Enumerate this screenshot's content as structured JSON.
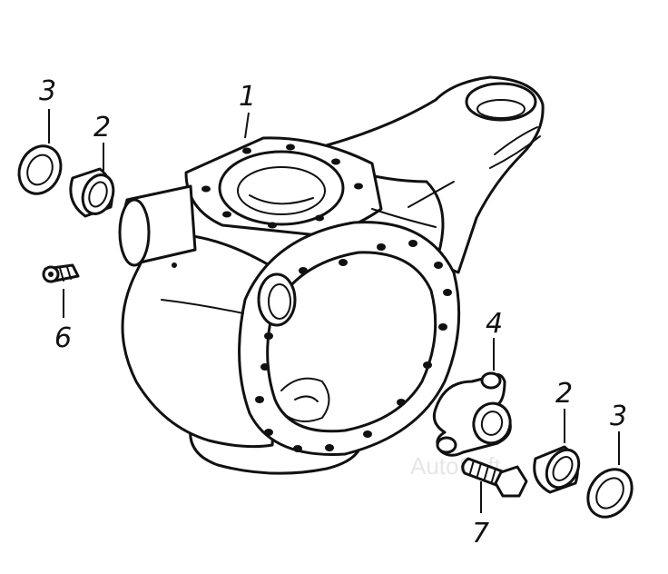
{
  "callouts": {
    "knuckle": "1",
    "bushing_left": "2",
    "washer_left": "3",
    "cover": "4",
    "bushing_right": "2",
    "washer_right": "3",
    "grease_fitting": "6",
    "bolt": "7"
  },
  "watermark": "AutoSoft",
  "colors": {
    "ink": "#111111",
    "paper": "#ffffff"
  }
}
